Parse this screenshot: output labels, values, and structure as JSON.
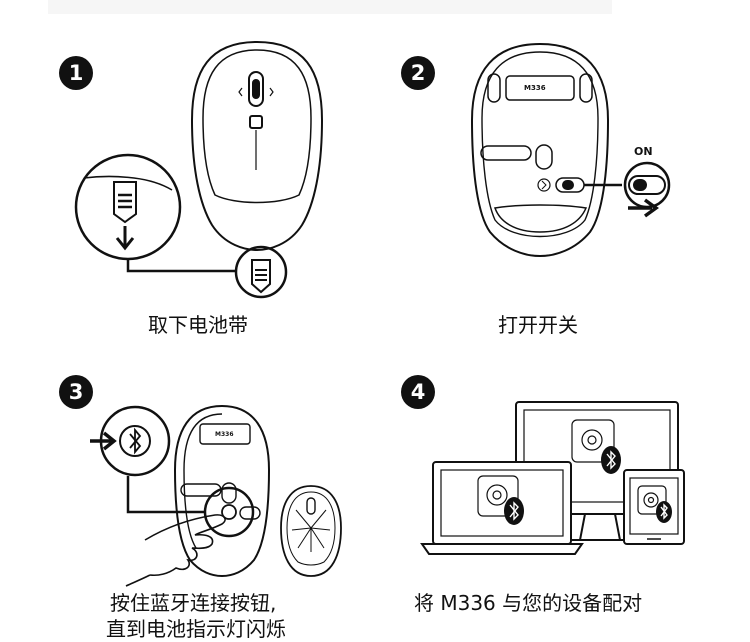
{
  "steps": [
    {
      "number": "1",
      "caption": "取下电池带"
    },
    {
      "number": "2",
      "caption": "打开开关",
      "switch_label": "ON"
    },
    {
      "number": "3",
      "caption_line1": "按住蓝牙连接按钮,",
      "caption_line2": "直到电池指示灯闪烁"
    },
    {
      "number": "4",
      "caption": "将 M336 与您的设备配对"
    }
  ],
  "mouse_model": "M336",
  "icons": [
    "mouse-top-icon",
    "battery-tab-icon",
    "arrow-down-icon",
    "mouse-bottom-icon",
    "power-switch-icon",
    "arrow-right-icon",
    "bluetooth-icon",
    "hand-icon",
    "mouse-glow-icon",
    "monitor-icon",
    "laptop-icon",
    "tablet-icon",
    "gear-icon"
  ]
}
